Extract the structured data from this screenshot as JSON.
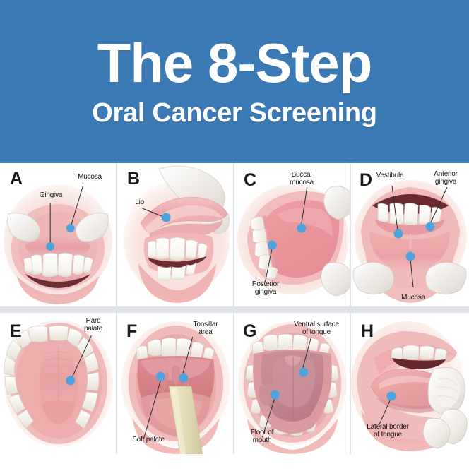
{
  "header": {
    "title_main": "The 8-Step",
    "title_sub": "Oral Cancer Screening",
    "background_color": "#3b7ab5",
    "text_color": "#ffffff"
  },
  "colors": {
    "header_blue": "#3b7ab5",
    "marker_blue": "#4da3dd",
    "divider_gray": "#dfe3e8",
    "label_text": "#141414",
    "tissue_pink": "#e8a0a6",
    "tooth_white": "#fbfbf7",
    "glove_white": "#f2f0ee",
    "depressor_tan": "#ded9b9"
  },
  "panels": [
    {
      "letter": "A",
      "name": "gingiva-and-mucosa",
      "labels": [
        {
          "text": "Gingiva",
          "marker": true
        },
        {
          "text": "Mucosa",
          "marker": true
        }
      ]
    },
    {
      "letter": "B",
      "name": "lip",
      "labels": [
        {
          "text": "Lip",
          "marker": true
        }
      ]
    },
    {
      "letter": "C",
      "name": "buccal-mucosa-and-posterior-gingiva",
      "labels": [
        {
          "text": "Buccal\nmucosa",
          "marker": true
        },
        {
          "text": "Posterior\ngingiva",
          "marker": true
        }
      ]
    },
    {
      "letter": "D",
      "name": "vestibule-anterior-gingiva-mucosa",
      "labels": [
        {
          "text": "Vestibule",
          "marker": true
        },
        {
          "text": "Anterior\ngingiva",
          "marker": true
        },
        {
          "text": "Mucosa",
          "marker": true
        }
      ]
    },
    {
      "letter": "E",
      "name": "hard-palate",
      "labels": [
        {
          "text": "Hard\npalate",
          "marker": true
        }
      ]
    },
    {
      "letter": "F",
      "name": "tonsillar-area-and-soft-palate",
      "labels": [
        {
          "text": "Tonsillar\narea",
          "marker": true
        },
        {
          "text": "Soft palate",
          "marker": true
        }
      ]
    },
    {
      "letter": "G",
      "name": "ventral-tongue-and-floor-of-mouth",
      "labels": [
        {
          "text": "Ventral surface\nof tongue",
          "marker": true
        },
        {
          "text": "Floor of\nmouth",
          "marker": true
        }
      ]
    },
    {
      "letter": "H",
      "name": "lateral-border-of-tongue",
      "labels": [
        {
          "text": "Lateral border\nof tongue",
          "marker": true
        }
      ]
    }
  ]
}
